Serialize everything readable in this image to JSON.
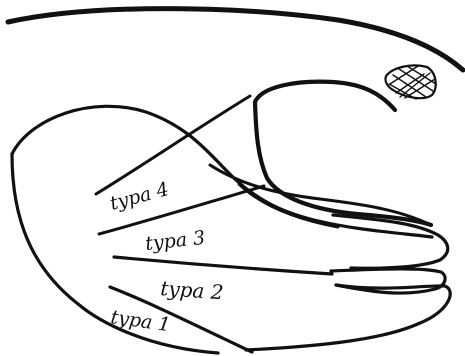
{
  "diagram": {
    "labels": {
      "type4": "typa 4",
      "type3": "typa 3",
      "type2": "typa 2",
      "type1": "typa 1"
    },
    "colors": {
      "ink": "#111111",
      "background": "#ffffff"
    }
  }
}
